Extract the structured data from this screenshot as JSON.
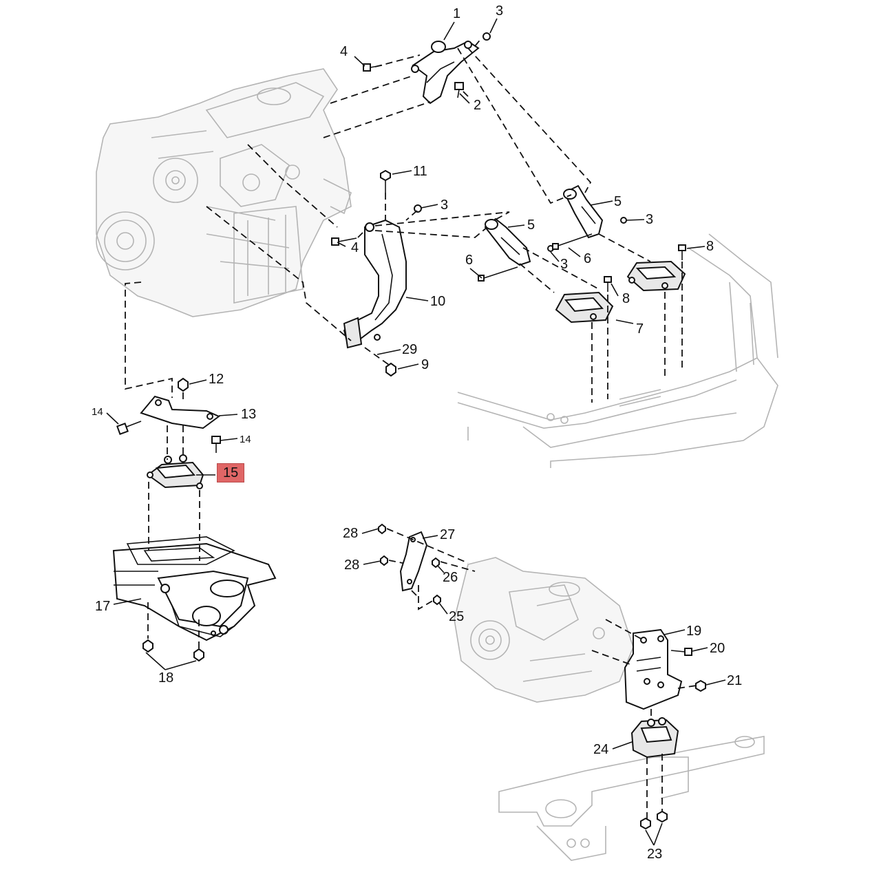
{
  "highlight_color": "#e06666",
  "callouts": {
    "c1": "1",
    "c2": "2",
    "c3a": "3",
    "c3b": "3",
    "c3c": "3",
    "c3d": "3",
    "c4a": "4",
    "c4b": "4",
    "c5a": "5",
    "c5b": "5",
    "c6a": "6",
    "c6b": "6",
    "c7": "7",
    "c8a": "8",
    "c8b": "8",
    "c9": "9",
    "c10": "10",
    "c11": "11",
    "c12": "12",
    "c13": "13",
    "c14a": "14",
    "c14b": "14",
    "c15": "15",
    "c17": "17",
    "c18": "18",
    "c19": "19",
    "c20": "20",
    "c21": "21",
    "c23": "23",
    "c24": "24",
    "c25": "25",
    "c26": "26",
    "c27": "27",
    "c28a": "28",
    "c28b": "28",
    "c29": "29"
  }
}
